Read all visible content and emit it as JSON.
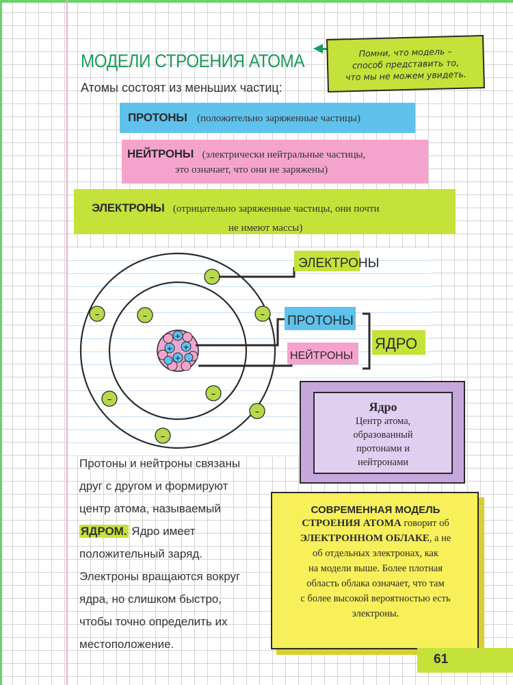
{
  "title": "МОДЕЛИ СТРОЕНИЯ АТОМА",
  "intro": "Атомы состоят из меньших частиц:",
  "note": {
    "line1": "Помни, что модель –",
    "line2": "способ представить то,",
    "line3": "что мы не можем увидеть."
  },
  "particles": {
    "protons": {
      "term": "ПРОТОНЫ",
      "desc": "(положительно заряженные частицы)"
    },
    "neutrons": {
      "term": "НЕЙТРОНЫ",
      "desc_line1": "(электрически нейтральные частицы,",
      "desc_line2": "это означает, что они не заряжены)"
    },
    "electrons": {
      "term": "ЭЛЕКТРОНЫ",
      "desc_line1": "(отрицательно заряженные частицы, они почти",
      "desc_line2": "не имеют массы)"
    }
  },
  "diagram": {
    "label_electrons": "ЭЛЕКТРОНЫ",
    "label_protons": "ПРОТОНЫ",
    "label_neutrons": "НЕЙТРОНЫ",
    "label_nucleus": "ЯДРО",
    "electron_sign": "–",
    "proton_sign": "+",
    "colors": {
      "electron": "#b8d94a",
      "proton": "#5ec2ec",
      "neutron": "#f4a4cc",
      "label_blue": "#5ec2ec",
      "label_pink": "#f4a4cc",
      "label_green": "#c4e23a"
    }
  },
  "nucleus_card": {
    "title": "Ядро",
    "line1": "Центр атома,",
    "line2": "образованный",
    "line3": "протонами и",
    "line4": "нейтронами"
  },
  "body": {
    "line1": "Протоны и нейтроны связаны",
    "line2": "друг с другом и формируют",
    "line3": "центр атома, называемый",
    "core_word": "ЯДРОМ.",
    "line4_rest": " Ядро имеет",
    "line5": "положительный заряд.",
    "line6": "Электроны вращаются вокруг",
    "line7": "ядра, но слишком быстро,",
    "line8": "чтобы точно определить их",
    "line9": "местоположение."
  },
  "cloud": {
    "strong1": "СОВРЕМЕННАЯ МОДЕЛЬ",
    "strong2": "СТРОЕНИЯ АТОМА",
    "text1": " говорит об",
    "strong3": "ЭЛЕКТРОННОМ ОБЛАКЕ",
    "text2": ", а не",
    "line4": "об отдельных электронах, как",
    "line5": "на модели выше. Более плотная",
    "line6": "область облака означает, что там",
    "line7": "с более высокой вероятностью есть",
    "line8": "электроны."
  },
  "page_number": "61"
}
